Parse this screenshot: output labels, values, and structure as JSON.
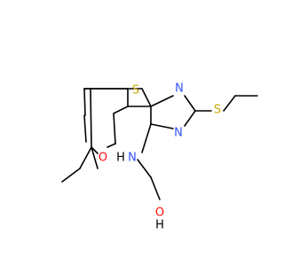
{
  "colors": {
    "background": "#ffffff",
    "bond": "#000000",
    "O": "#ff0d0d",
    "S": "#c8a800",
    "N": "#3050f8"
  },
  "molecule": {
    "atoms": {
      "O_ring": "O",
      "S_thio": "S",
      "N_upper": "N",
      "N_lower": "N",
      "S_propyl": "S",
      "N_amine": "N",
      "H_amine": "H",
      "O_hydroxyl": "O",
      "H_hydroxyl": "H"
    }
  }
}
